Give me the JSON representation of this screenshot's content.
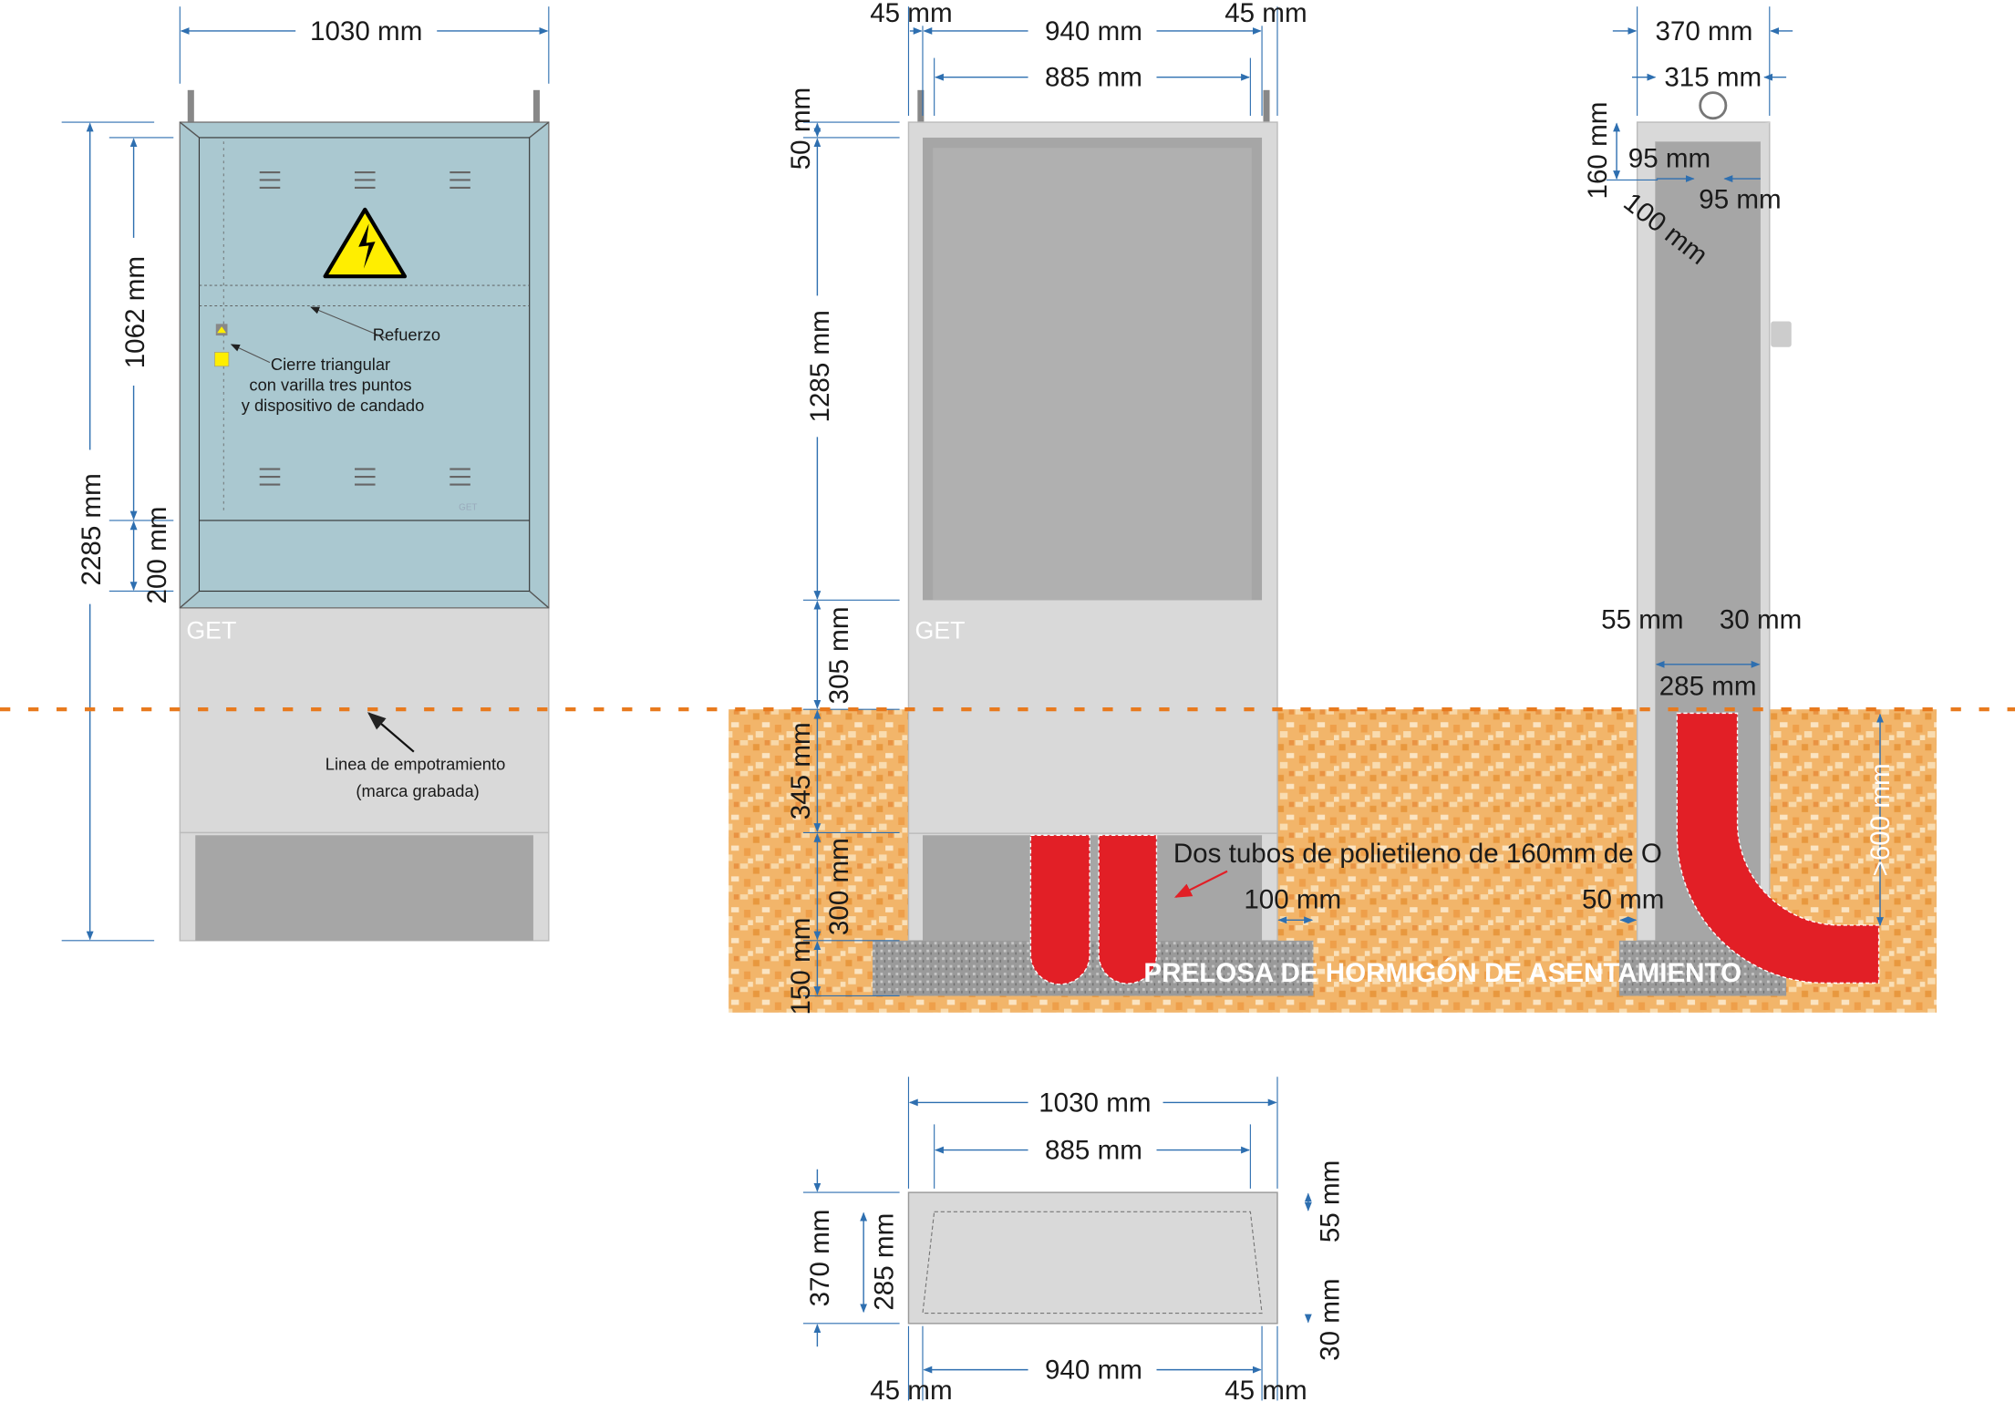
{
  "colors": {
    "door": "#aac8d0",
    "body": "#d9d9d9",
    "inner": "#a6a6a6",
    "soil": "#f2b56a",
    "pipe": "#e21f26",
    "dim": "#2e6fb0",
    "ground_line": "#e87a1e",
    "warning": "#ffee00"
  },
  "front_view": {
    "width": "1030 mm",
    "total_height": "2285 mm",
    "door_height": "1062 mm",
    "lower_panel": "200 mm",
    "brand": "GET",
    "brand_small": "GET",
    "reinforcement": "Refuerzo",
    "lock_note": [
      "Cierre triangular",
      "con varilla tres puntos",
      "y dispositivo de candado"
    ],
    "embed_note": [
      "Linea de empotramiento",
      "(marca grabada)"
    ]
  },
  "section_view": {
    "side_margin_left": "45 mm",
    "outer_width": "940 mm",
    "side_margin_right": "45 mm",
    "inner_width": "885 mm",
    "heights": [
      "50 mm",
      "1285 mm",
      "305 mm",
      "345 mm",
      "300 mm",
      "150 mm"
    ],
    "brand": "GET",
    "pipes_note": "Dos tubos de polietileno de 160mm de O",
    "gap": "100 mm",
    "slab_note": "PRELOSA DE HORMIGÓN DE ASENTAMIENTO"
  },
  "side_view": {
    "depth": "370 mm",
    "inner_depth": "315 mm",
    "top_height": "160 mm",
    "d1": "95 mm",
    "d2": "95 mm",
    "d3": "100 mm",
    "wall_front": "55 mm",
    "wall_back": "30 mm",
    "inner": "285 mm",
    "bury": ">600 mm",
    "gap": "50 mm"
  },
  "plan_view": {
    "width": "1030 mm",
    "inner_width": "885 mm",
    "outer_width": "940 mm",
    "margin_left": "45 mm",
    "margin_right": "45 mm",
    "depth": "370 mm",
    "inner_depth": "285 mm",
    "front_wall": "55 mm",
    "back_wall": "30 mm"
  }
}
